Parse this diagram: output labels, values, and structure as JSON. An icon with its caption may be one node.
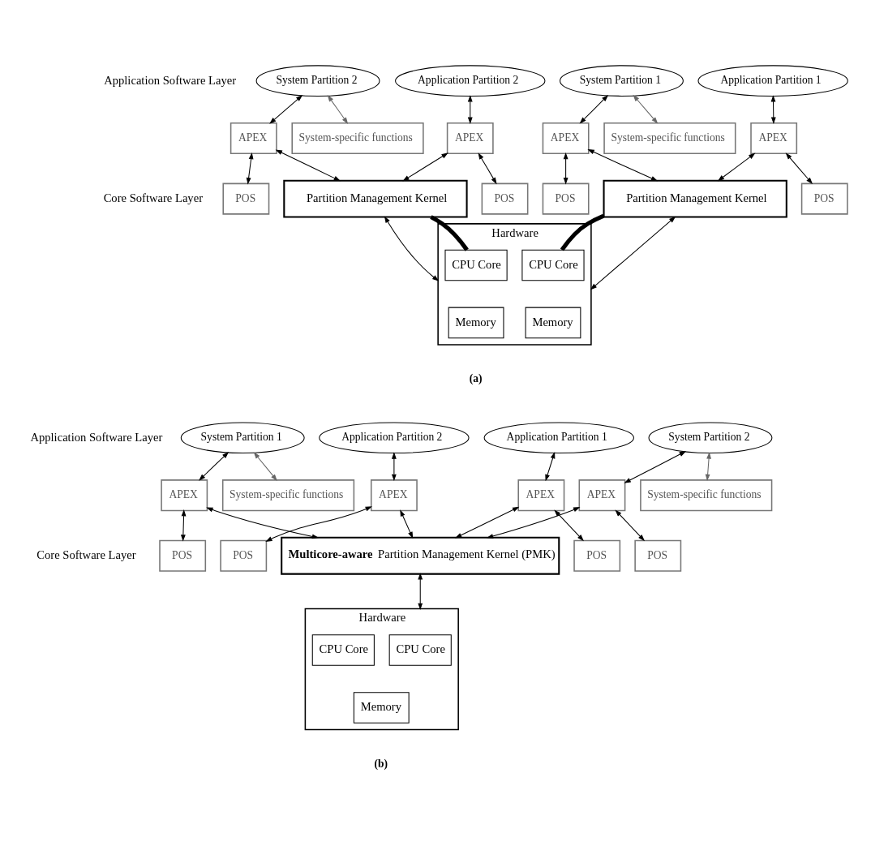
{
  "diagram": {
    "nodes": [
      {
        "text": [
          "Application Partition 1"
        ]
      },
      {
        "text": [
          "APEX"
        ]
      },
      {
        "text": [
          "POS"
        ]
      },
      {
        "text": [
          "System Partition 1"
        ]
      },
      {
        "text": [
          "APEX"
        ]
      },
      {
        "text": [
          "POS"
        ]
      },
      {
        "text": [
          "System-specific functions"
        ]
      },
      {
        "text": [
          "Partition Management Kernel"
        ]
      },
      {
        "text": [
          "Application Partition 2"
        ]
      },
      {
        "text": [
          "APEX"
        ]
      },
      {
        "text": [
          "POS"
        ]
      },
      {
        "text": [
          "System Partition 2"
        ]
      },
      {
        "text": [
          "APEX"
        ]
      },
      {
        "text": [
          "POS"
        ]
      },
      {
        "text": [
          "System-specific functions"
        ]
      },
      {
        "text": [
          "Partition Management Kernel"
        ]
      },
      {
        "text": [
          "Hardware"
        ]
      },
      {
        "text": [
          "CPU Core"
        ],
        "in": 16
      },
      {
        "text": [
          "Memory"
        ],
        "in": 16
      },
      {
        "text": [
          "CPU Core"
        ],
        "in": 16
      },
      {
        "text": [
          "Memory"
        ],
        "in": 16
      },
      {
        "text": [
          "Application Partition 1"
        ]
      },
      {
        "text": [
          "APEX"
        ]
      },
      {
        "text": [
          "POS"
        ]
      },
      {
        "text": [
          "Application Partition 2"
        ]
      },
      {
        "text": [
          "APEX"
        ]
      },
      {
        "text": [
          "POS"
        ]
      },
      {
        "text": [
          "System Partition 1"
        ]
      },
      {
        "text": [
          "APEX"
        ]
      },
      {
        "text": [
          "POS"
        ]
      },
      {
        "text": [
          "System-specific functions"
        ]
      },
      {
        "text": [
          "System Partition 2"
        ]
      },
      {
        "text": [
          "APEX"
        ]
      },
      {
        "text": [
          "POS"
        ]
      },
      {
        "text": [
          "System-specific functions"
        ]
      },
      {
        "text": [
          "**Multicore-aware** Partition Management Kernel (PMK)"
        ]
      },
      {
        "text": [
          "Hardware"
        ]
      },
      {
        "text": [
          "CPU Core"
        ],
        "in": 36
      },
      {
        "text": [
          "CPU Core"
        ],
        "in": 36
      },
      {
        "text": [
          "Memory"
        ],
        "in": 36
      }
    ],
    "edges": [
      {
        "from": 0,
        "to": 1,
        "arrow": "both"
      },
      {
        "from": 1,
        "to": 7,
        "arrow": "both"
      },
      {
        "from": 1,
        "to": 2,
        "arrow": "both"
      },
      {
        "from": 3,
        "to": 4,
        "arrow": "both"
      },
      {
        "from": 4,
        "to": 7,
        "arrow": "both"
      },
      {
        "from": 4,
        "to": 5,
        "arrow": "both"
      },
      {
        "from": 3,
        "to": 6,
        "arrow": "both",
        "color": "#666666"
      },
      {
        "from": 7,
        "to": 17,
        "arrow": "none",
        "style": "thick"
      },
      {
        "from": 7,
        "to": 16,
        "arrow": "both"
      },
      {
        "from": 8,
        "to": 9,
        "arrow": "both"
      },
      {
        "from": 9,
        "to": 15,
        "arrow": "both"
      },
      {
        "from": 9,
        "to": 10,
        "arrow": "both"
      },
      {
        "from": 11,
        "to": 12,
        "arrow": "both"
      },
      {
        "from": 12,
        "to": 15,
        "arrow": "both"
      },
      {
        "from": 12,
        "to": 13,
        "arrow": "both"
      },
      {
        "from": 11,
        "to": 14,
        "arrow": "both",
        "color": "#666666"
      },
      {
        "from": 15,
        "to": 16,
        "arrow": "both"
      },
      {
        "from": 15,
        "to": 19,
        "arrow": "none",
        "style": "thick"
      },
      {
        "from": 21,
        "to": 22,
        "arrow": "both"
      },
      {
        "from": 22,
        "to": 35,
        "arrow": "both"
      },
      {
        "from": 22,
        "to": 23,
        "arrow": "both"
      },
      {
        "from": 24,
        "to": 25,
        "arrow": "both"
      },
      {
        "from": 25,
        "to": 35,
        "arrow": "both"
      },
      {
        "from": 25,
        "to": 26,
        "arrow": "both"
      },
      {
        "from": 27,
        "to": 28,
        "arrow": "both"
      },
      {
        "from": 28,
        "to": 35,
        "arrow": "both"
      },
      {
        "from": 28,
        "to": 29,
        "arrow": "both"
      },
      {
        "from": 27,
        "to": 30,
        "arrow": "both",
        "color": "#666666"
      },
      {
        "from": 31,
        "to": 32,
        "arrow": "both"
      },
      {
        "from": 32,
        "to": 35,
        "arrow": "both"
      },
      {
        "from": 32,
        "to": 33,
        "arrow": "both"
      },
      {
        "from": 31,
        "to": 34,
        "arrow": "both",
        "color": "#666666"
      },
      {
        "from": 35,
        "to": 36,
        "arrow": "both"
      }
    ],
    "labels": [
      "Application Software Layer",
      "Core Software Layer",
      "(a)",
      "Application Software Layer",
      "Core Software Layer",
      "(b)"
    ]
  }
}
